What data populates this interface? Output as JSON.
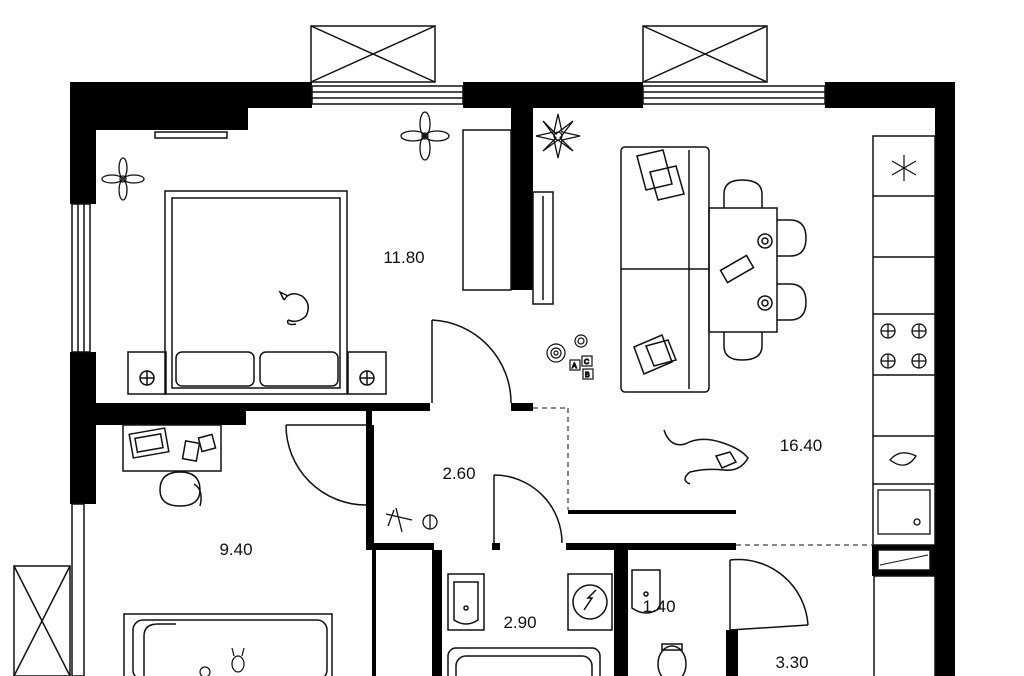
{
  "rooms": [
    {
      "id": "bedroom",
      "area": "11.80"
    },
    {
      "id": "living-kitchen",
      "area": "16.40"
    },
    {
      "id": "hall",
      "area": "2.60"
    },
    {
      "id": "second-bedroom",
      "area": "9.40"
    },
    {
      "id": "bathroom",
      "area": "2.90"
    },
    {
      "id": "wc",
      "area": "1.40"
    },
    {
      "id": "corridor",
      "area": "3.30"
    }
  ],
  "colors": {
    "wall": "#000000",
    "line": "#111111",
    "background": "#ffffff"
  }
}
